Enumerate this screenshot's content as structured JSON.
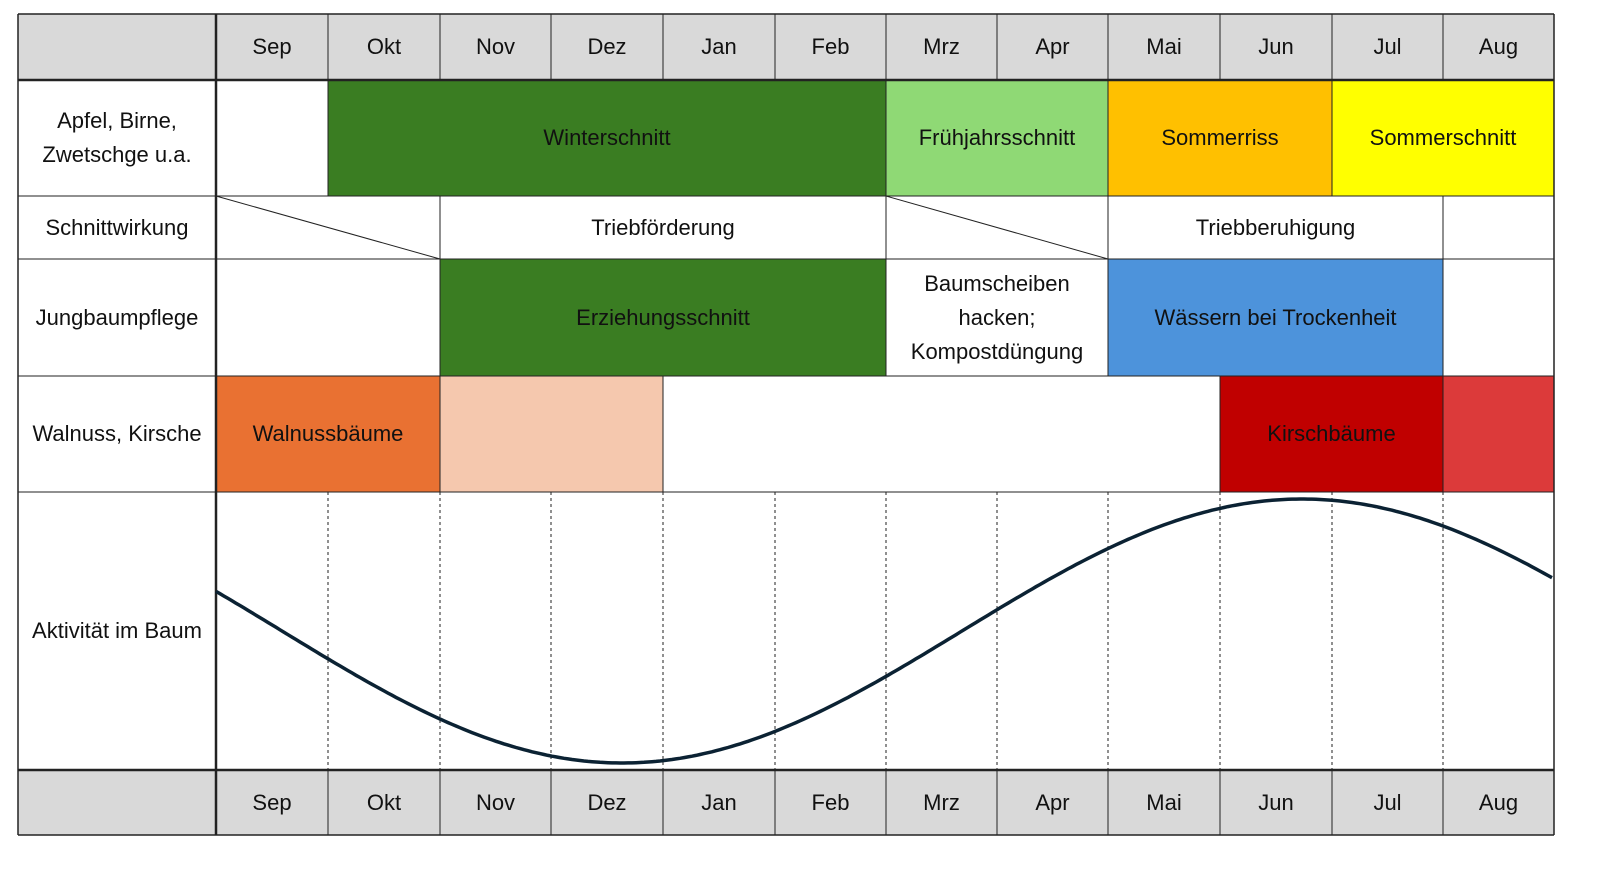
{
  "months": [
    "Sep",
    "Okt",
    "Nov",
    "Dez",
    "Jan",
    "Feb",
    "Mrz",
    "Apr",
    "Mai",
    "Jun",
    "Jul",
    "Aug"
  ],
  "rows": {
    "fruit": {
      "label": "Apfel, Birne,\nZwetschge u.a."
    },
    "effect": {
      "label": "Schnittwirkung"
    },
    "young": {
      "label": "Jungbaumpflege"
    },
    "nut": {
      "label": "Walnuss, Kirsche"
    },
    "activity": {
      "label": "Aktivität im Baum"
    }
  },
  "bars": {
    "winter": {
      "label": "Winterschnitt",
      "color": "#3a7d22"
    },
    "spring": {
      "label": "Frühjahrsschnitt",
      "color": "#8fd975"
    },
    "summer_tear": {
      "label": "Sommerriss",
      "color": "#ffc000"
    },
    "summer_cut": {
      "label": "Sommerschnitt",
      "color": "#ffff00"
    },
    "promote": {
      "label": "Triebförderung"
    },
    "calm": {
      "label": "Triebberuhigung"
    },
    "training": {
      "label": "Erziehungsschnitt",
      "color": "#3a7d22"
    },
    "hoe": {
      "label": "Baumscheiben\nhacken;\nKompostdüngung"
    },
    "water": {
      "label": "Wässern bei Trockenheit",
      "color": "#4d93db"
    },
    "walnut": {
      "label": "Walnussbäume",
      "color": "#e97132",
      "light_color": "#f5c8ae"
    },
    "cherry": {
      "label": "Kirschbäume",
      "color": "#c00000",
      "light_color": "#dc3a3a"
    }
  },
  "colors": {
    "header_bg": "#d9d9d9",
    "curve": "#0b2233",
    "grid": "#222222"
  }
}
